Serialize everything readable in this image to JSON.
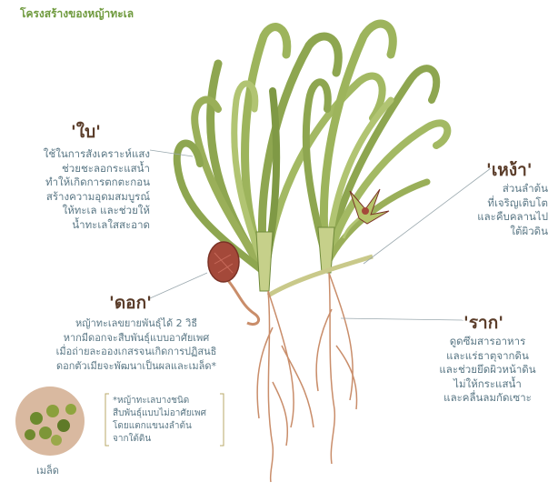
{
  "title": "โครงสร้างของหญ้าทะเล",
  "leaf": {
    "heading": "'ใบ'",
    "lines": [
      "ใช้ในการสังเคราะห์แสง",
      "ช่วยชะลอกระแสน้ำ",
      "ทำให้เกิดการตกตะกอน",
      "สร้างความอุดมสมบูรณ์",
      "ให้ทะเล และช่วยให้",
      "น้ำทะเลใสสะอาด"
    ]
  },
  "rhizome": {
    "heading": "'เหง้า'",
    "lines": [
      "ส่วนลำต้น",
      "ที่เจริญเติบโต",
      "และคืบคลานไป",
      "ใต้ผิวดิน"
    ]
  },
  "flower": {
    "heading": "'ดอก'",
    "lines": [
      "หญ้าทะเลขยายพันธุ์ได้ 2 วิธี",
      "หากมีดอกจะสืบพันธุ์แบบอาศัยเพศ",
      "เมื่อถ่ายละอองเกสรจนเกิดการปฏิสนธิ",
      "ดอกตัวเมียจะพัฒนาเป็นผลและเมล็ด*"
    ]
  },
  "root": {
    "heading": "'ราก'",
    "lines": [
      "ดูดซึมสารอาหาร",
      "และแร่ธาตุจากดิน",
      "และช่วยยึดผิวหน้าดิน",
      "ไม่ให้กระแสน้ำ",
      "และคลื่นลมกัดเซาะ"
    ]
  },
  "note": {
    "lines": [
      "*หญ้าทะเลบางชนิด",
      "สืบพันธุ์แบบไม่อาศัยเพศ",
      "โดยแตกแขนงลำต้น",
      "จากใต้ดิน"
    ]
  },
  "seed_caption": "เมล็ด",
  "colors": {
    "leaf": "#9fb25c",
    "leaf_dark": "#6f8a3a",
    "root": "#c98d6a",
    "heading": "#5b3d2a",
    "body": "#5a7785",
    "title": "#6f9a3e"
  }
}
